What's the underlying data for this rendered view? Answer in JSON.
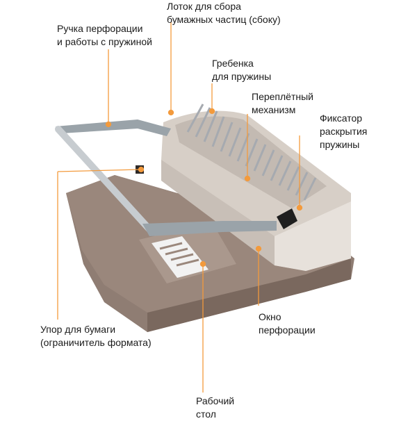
{
  "colors": {
    "accent": "#f39a3c",
    "base": "#8f7d73",
    "body": "#ddd5cd",
    "comb": "#cfd2d6",
    "handle": "#9aa3a9"
  },
  "labels": {
    "tray": {
      "line1": "Лоток для сбора",
      "line2": "бумажных частиц (сбоку)"
    },
    "handle": {
      "line1": "Ручка перфорации",
      "line2": "и работы с пружиной"
    },
    "comb": {
      "line1": "Гребенка",
      "line2": "для пружины"
    },
    "binding": {
      "line1": "Переплётный",
      "line2": "механизм"
    },
    "lock": {
      "line1": "Фиксатор",
      "line2": "раскрытия",
      "line3": "пружины"
    },
    "stop": {
      "line1": "Упор для бумаги",
      "line2": "(ограничитель формата)"
    },
    "window": {
      "line1": "Окно",
      "line2": "перфорации"
    },
    "table": {
      "line1": "Рабочий",
      "line2": "стол"
    }
  }
}
